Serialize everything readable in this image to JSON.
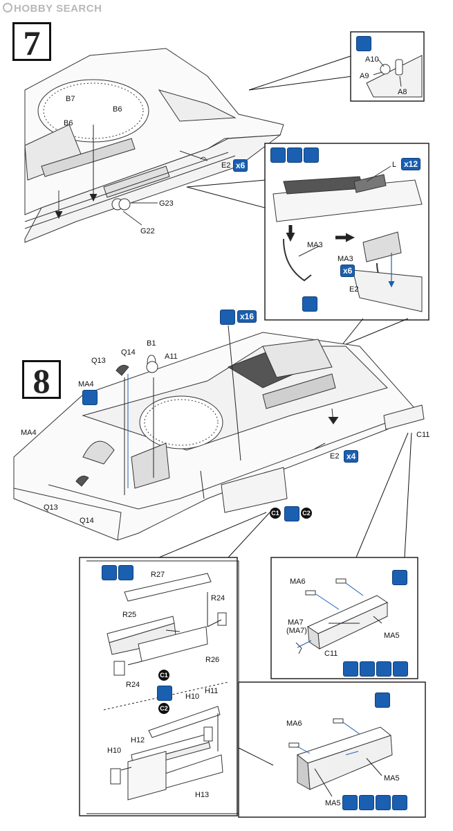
{
  "watermark": "HOBBY SEARCH",
  "steps": [
    "7",
    "8"
  ],
  "step7": {
    "labels": {
      "b7": "B7",
      "b6a": "B6",
      "b6b": "B6",
      "e2": "E2",
      "g23": "G23",
      "g22": "G22"
    },
    "e2_qty": "x6",
    "callout_a": {
      "a10": "A10",
      "a9": "A9",
      "a8": "A8"
    },
    "callout_b": {
      "l": "L",
      "l_qty": "x12",
      "ma3a": "MA3",
      "ma3b": "MA3",
      "ma3_qty": "x6",
      "e2": "E2"
    }
  },
  "step8": {
    "top_qty": "x16",
    "labels": {
      "q13a": "Q13",
      "q14a": "Q14",
      "b1": "B1",
      "a11": "A11",
      "ma4a": "MA4",
      "ma4b": "MA4",
      "q13b": "Q13",
      "q14b": "Q14",
      "e2": "E2",
      "c11": "C11"
    },
    "e2_qty": "x4",
    "c1": "C1",
    "c2": "C2",
    "box_left": {
      "r27": "R27",
      "r24a": "R24",
      "r25": "R25",
      "r26": "R26",
      "r24b": "R24",
      "c1": "C1",
      "c2": "C2",
      "h11": "H11",
      "h10a": "H10",
      "h12": "H12",
      "h10b": "H10",
      "h13": "H13"
    },
    "box_right_top": {
      "ma6": "MA6",
      "ma7": "MA7",
      "ma7p": "(MA7)",
      "ma5": "MA5",
      "c11": "C11"
    },
    "box_right_bottom": {
      "ma6": "MA6",
      "ma5a": "MA5",
      "ma5b": "MA5"
    }
  }
}
